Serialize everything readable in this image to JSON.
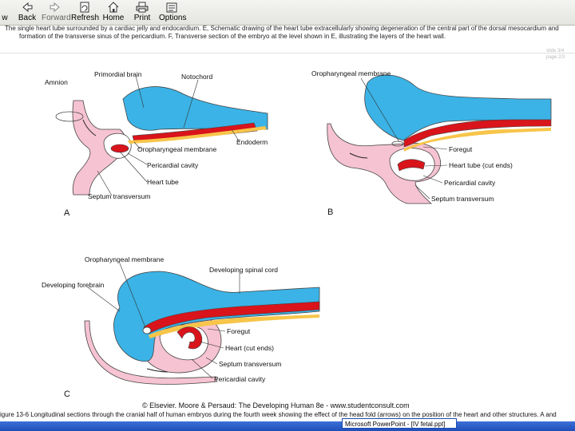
{
  "toolbar": {
    "view": "w",
    "back": "Back",
    "forward": "Forward",
    "refresh": "Refresh",
    "home": "Home",
    "print": "Print",
    "options": "Options"
  },
  "intro": {
    "line1": "The single heart tube surrounded by a cardiac jelly and endocardium. E, Schematic drawing of the heart tube extracellularly showing degeneration of the central part of the dorsal mesocardium and",
    "line2": "formation of the transverse sinus of the pericardium. F, Transverse section of the embryo at the level shown in E, illustrating the layers of the heart wall."
  },
  "pager": {
    "a": "slide 3/4",
    "b": "page 2/3"
  },
  "figure": {
    "panels": {
      "a": "A",
      "b": "B",
      "c": "C"
    },
    "labels_a": {
      "amnion": "Amnion",
      "primordial_brain": "Primordial brain",
      "notochord": "Notochord",
      "endoderm": "Endoderm",
      "oropharyngeal": "Oropharyngeal membrane",
      "pericardial": "Pericardial cavity",
      "heart_tube": "Heart tube",
      "septum": "Septum transversum"
    },
    "labels_b": {
      "oropharyngeal": "Oropharyngeal membrane",
      "foregut": "Foregut",
      "heart_tube": "Heart tube (cut ends)",
      "pericardial": "Pericardial cavity",
      "septum": "Septum transversum"
    },
    "labels_c": {
      "oropharyngeal": "Oropharyngeal membrane",
      "spinal_cord": "Developing spinal cord",
      "forebrain": "Developing forebrain",
      "foregut": "Foregut",
      "heart": "Heart (cut ends)",
      "septum": "Septum transversum",
      "pericardial": "Pericardial cavity"
    },
    "colors": {
      "neural": "#3bb3e6",
      "endoderm": "#d9141b",
      "mesoderm": "#f6c3d2",
      "ectoderm": "#f7c54a"
    }
  },
  "copyright": "© Elsevier. Moore & Persaud: The Developing Human 8e - www.studentconsult.com",
  "caption": "igure 13-6 Longitudinal sections through the cranial half of human embryos during the fourth week showing the effect of the head fold (arrows) on the position of the heart and other structures. A and",
  "taskbar": {
    "item": "Microsoft PowerPoint - [IV fetal.ppt]"
  }
}
